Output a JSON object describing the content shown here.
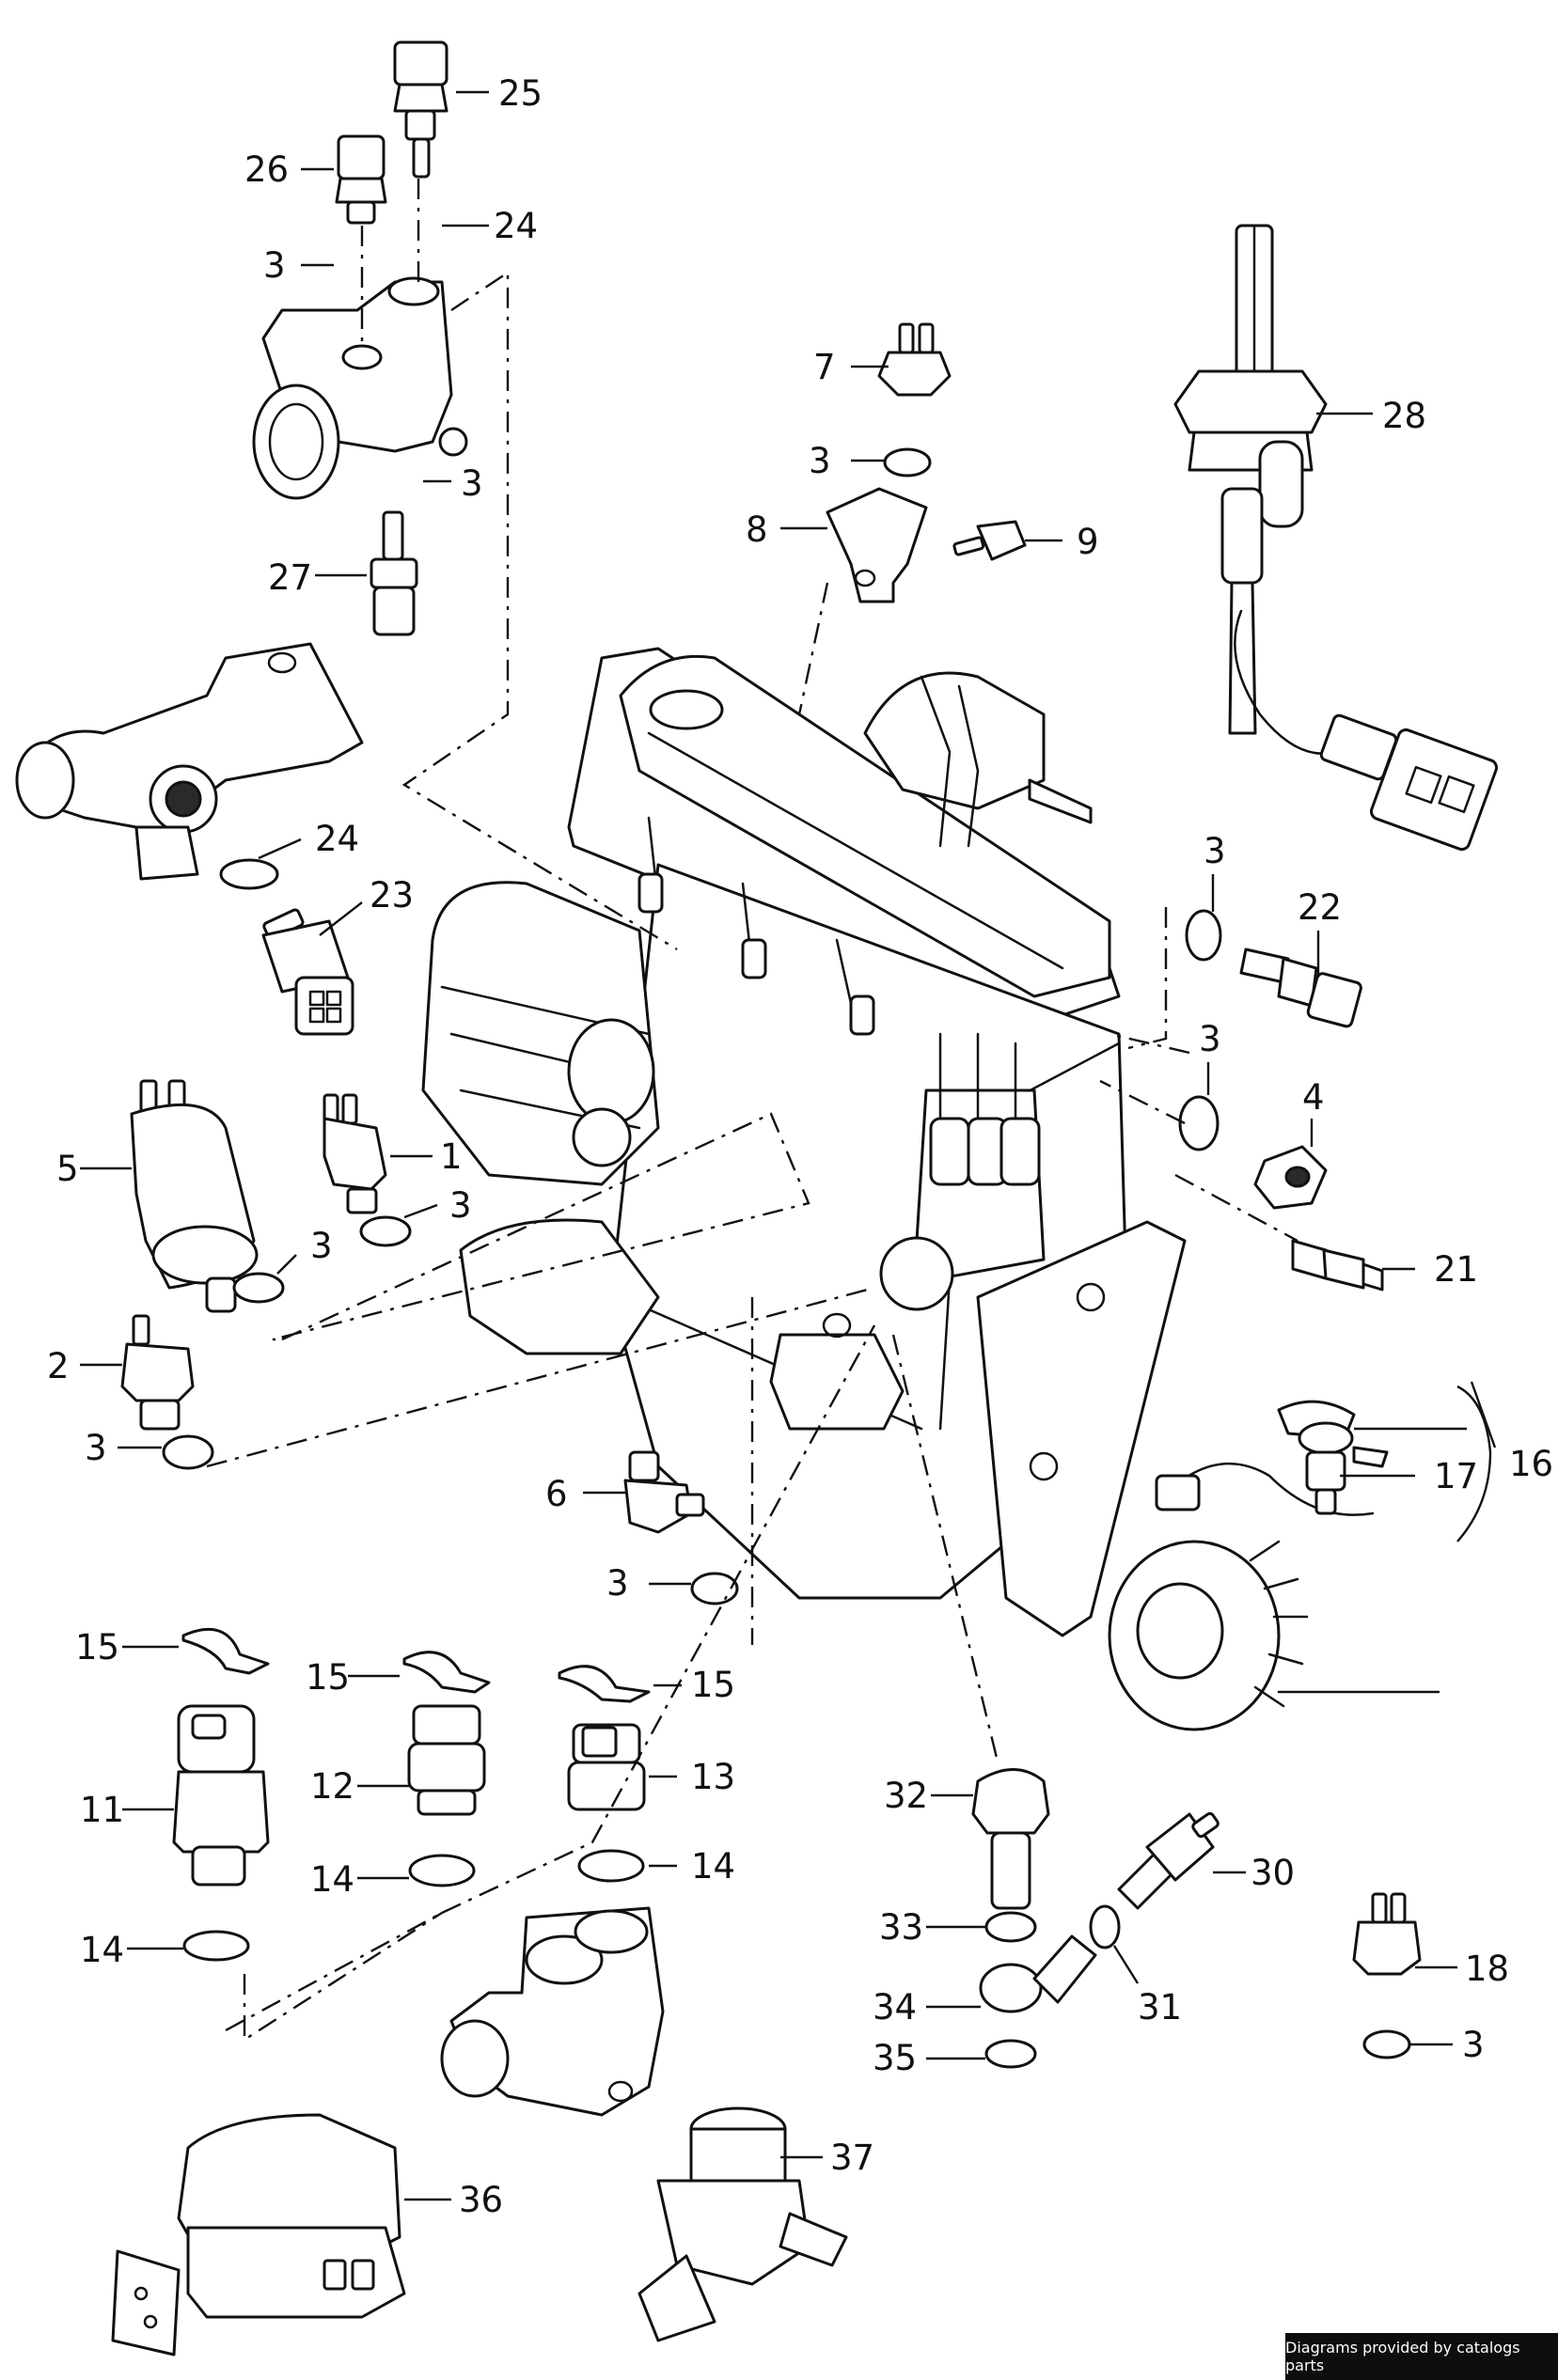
{
  "callouts": {
    "c1": "1",
    "c2": "2",
    "c3": "3",
    "c4": "4",
    "c5": "5",
    "c6": "6",
    "c7": "7",
    "c8": "8",
    "c9": "9",
    "c11": "11",
    "c12": "12",
    "c13": "13",
    "c14": "14",
    "c15": "15",
    "c16": "16",
    "c17": "17",
    "c18": "18",
    "c21": "21",
    "c22": "22",
    "c23": "23",
    "c24": "24",
    "c25": "25",
    "c26": "26",
    "c27": "27",
    "c28": "28",
    "c30": "30",
    "c31": "31",
    "c32": "32",
    "c33": "33",
    "c34": "34",
    "c35": "35",
    "c36": "36",
    "c37": "37"
  },
  "credit": "Diagrams provided by catalogs parts"
}
